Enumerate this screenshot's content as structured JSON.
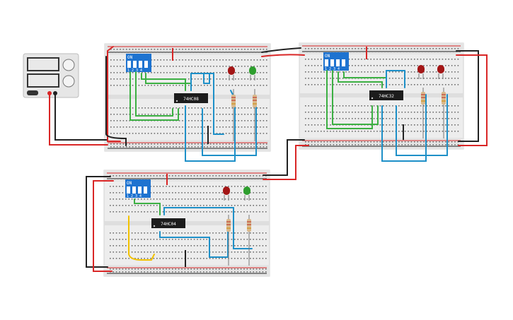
{
  "canvas": {
    "background": "#ffffff"
  },
  "power_supply": {
    "icon": "power-supply-icon"
  },
  "breadboards": [
    {
      "id": "board-1",
      "chip_label": "74HC08",
      "dip_label": "ON",
      "dip_numbers": "1 2 3 4"
    },
    {
      "id": "board-2",
      "chip_label": "74HC32",
      "dip_label": "ON",
      "dip_numbers": "1 2 3 4"
    },
    {
      "id": "board-3",
      "chip_label": "74HC04",
      "dip_label": "ON",
      "dip_numbers": "1 2 3 4"
    }
  ],
  "colors": {
    "board": "#ededed",
    "board_edge": "#d2d2d2",
    "hole": "#6e6e6e",
    "wire_red": "#d92626",
    "wire_black": "#222222",
    "wire_green": "#3cb043",
    "wire_blue": "#1e90c8",
    "wire_yellow": "#f2c200",
    "led_red": "#a31515",
    "led_green": "#2e9e2e",
    "dip_body": "#1e73d0",
    "chip_body": "#1c1c1c",
    "resistor_body": "#d9b98c"
  }
}
